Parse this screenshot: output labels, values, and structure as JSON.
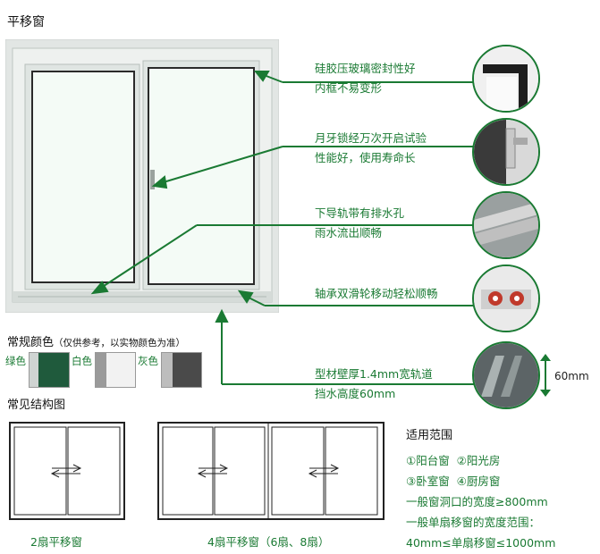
{
  "header": {
    "title": "平移窗"
  },
  "callouts": [
    {
      "line1": "硅胶压玻璃密封性好",
      "line2": "内框不易变形"
    },
    {
      "line1": "月牙锁经万次开启试验",
      "line2": "性能好，使用寿命长"
    },
    {
      "line1": "下导轨带有排水孔",
      "line2": "雨水流出顺畅"
    },
    {
      "line1": "轴承双滑轮移动轻松顺畅",
      "line2": ""
    },
    {
      "line1": "型材壁厚1.4mm宽轨道",
      "line2": "挡水高度60mm"
    }
  ],
  "dimension_label": "60mm",
  "colors_section": {
    "title": "常规颜色",
    "note": "（仅供参考，以实物颜色为准）",
    "swatches": [
      {
        "label": "绿色",
        "color": "#1f5a3c"
      },
      {
        "label": "白色",
        "color": "#f2f2f2"
      },
      {
        "label": "灰色",
        "color": "#4a4a4a"
      }
    ]
  },
  "structure_section": {
    "title": "常见结构图",
    "diagrams": [
      {
        "label": "2扇平移窗"
      },
      {
        "label": "4扇平移窗（6扇、8扇）"
      }
    ]
  },
  "scope": {
    "title": "适用范围",
    "row1": "①阳台窗  ②阳光房",
    "row2": "③卧室窗  ④厨房窗",
    "line3": "一般窗洞口的宽度≥800mm",
    "line4": "一般单扇移窗的宽度范围：",
    "line5": "40mm≤单扇移窗≤1000mm"
  },
  "accent_color": "#1a7a33"
}
